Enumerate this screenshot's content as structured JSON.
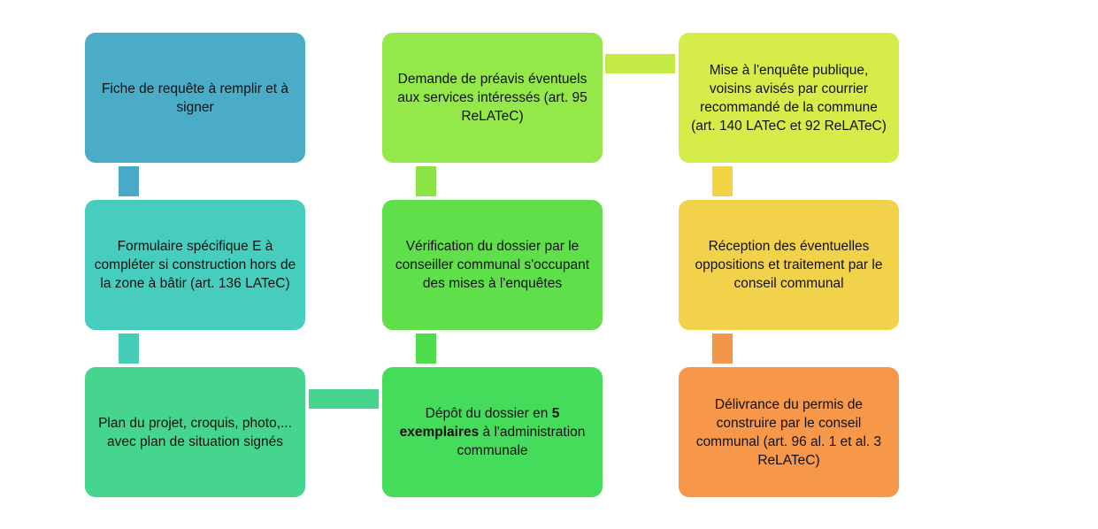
{
  "colors": {
    "fiche": "#4aacc6",
    "formulaire": "#46cdbd",
    "plan": "#45d58e",
    "depot": "#45dc5b",
    "verification": "#5fdf4a",
    "demande": "#95e84a",
    "mise": "#d5ec49",
    "reception": "#f2d24b",
    "delivrance": "#f6974a",
    "conn_fiche_formulaire": "#4aa8c8",
    "conn_formulaire_plan": "#46cdb7",
    "conn_plan_depot": "#45d58e",
    "conn_depot_verification": "#4fdc4a",
    "conn_verification_demande": "#8be446",
    "conn_demande_mise": "#c5e946",
    "conn_mise_reception": "#f0d441",
    "conn_reception_delivrance": "#f4964a"
  },
  "steps": {
    "fiche": {
      "text": "Fiche de requête à remplir et à signer"
    },
    "formulaire": {
      "text": "Formulaire spécifique E à compléter si construction hors de la zone à bâtir (art. 136 LATeC)"
    },
    "plan": {
      "text": "Plan du projet, croquis, photo,... avec plan de situation signés"
    },
    "depot": {
      "text_before": "Dépôt du dossier en ",
      "text_bold": "5 exemplaires",
      "text_after": " à l'administration communale"
    },
    "verification": {
      "text": "Vérification du dossier par le conseiller communal s'occupant des mises à l'enquêtes"
    },
    "demande": {
      "text": "Demande de préavis éventuels aux services intéressés (art. 95 ReLATeC)"
    },
    "mise": {
      "text": "Mise à l'enquête publique, voisins avisés par courrier recommandé de la commune (art. 140 LATeC et 92 ReLATeC)"
    },
    "reception": {
      "text": "Réception des éventuelles oppositions et traitement par le conseil communal"
    },
    "delivrance": {
      "text": "Délivrance du permis de construire par le conseil communal (art. 96 al. 1 et al. 3 ReLATeC)"
    }
  }
}
